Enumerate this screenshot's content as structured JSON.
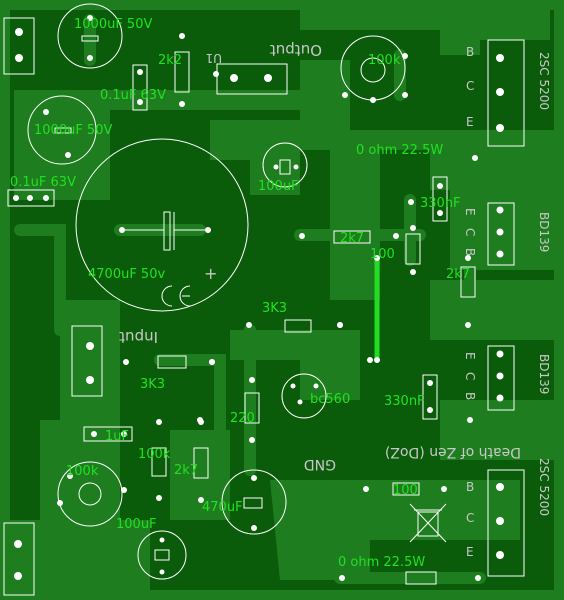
{
  "board": {
    "colors": {
      "substrate": "#0a5c0a",
      "copper": "#1e7d1e",
      "silkscreen": "#ffffff",
      "label": "#22e022",
      "jumper": "#22dd22"
    }
  },
  "labels": {
    "c_1000uf_top": "1000uF 50V",
    "c_1000uf_mid": "1000uF 50V",
    "c_01uf_top": "0.1uF 63V",
    "c_01uf_left": "0.1uF 63V",
    "r_2k2": "2k2",
    "r_2k7_mid": "2k7",
    "r_2k7_right": "2k7",
    "r_2k7_low": "2k7",
    "r_3k3_top": "3K3",
    "r_3k3_left": "3K3",
    "r_100k": "100k",
    "r_100_mid": "100",
    "r_100_low": "100",
    "r_220": "220",
    "c_4700": "4700uF 50v",
    "c_100uf_top": "100uF",
    "c_100uf_low": "100uF",
    "c_470uf": "470uF",
    "c_1uf": "1uF",
    "c_330nf_top": "330nF",
    "c_330nf_low": "330nF",
    "pot_100k_top": "100k",
    "pot_100k_low": "100k",
    "r_0ohm_top": "0 ohm 22.5W",
    "r_0ohm_low": "0 ohm 22.5W",
    "q_2sc5200_top": "2SC 5200",
    "q_2sc5200_low": "2SC 5200",
    "q_bd139_top": "BD139",
    "q_bd139_low": "BD139",
    "q_bc560": "bc560",
    "pins_bce_top": [
      "B",
      "C",
      "E"
    ],
    "pins_ecb_top": [
      "E",
      "C",
      "B"
    ],
    "pins_ecb_low": [
      "E",
      "C",
      "B"
    ],
    "pins_bce_low": [
      "B",
      "C",
      "E"
    ],
    "u1": "U1",
    "output": "Output",
    "input": "Input",
    "gnd": "GND",
    "title": "Death of Zen (DoZ)",
    "plus": "+"
  }
}
